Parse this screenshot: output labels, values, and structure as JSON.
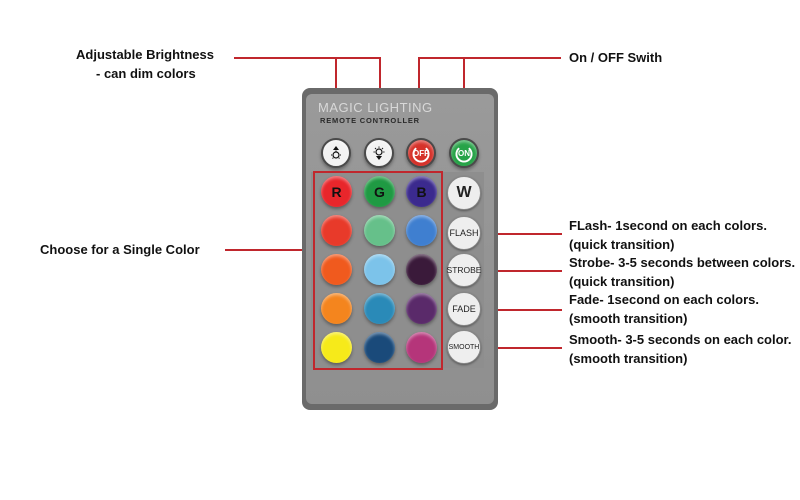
{
  "callouts": {
    "brightness": [
      "Adjustable Brightness",
      "- can dim colors"
    ],
    "onoff": "On / OFF Swith",
    "single_color": "Choose for a Single Color",
    "flash": [
      "FLash- 1second on each colors.",
      "(quick transition)"
    ],
    "strobe": [
      "Strobe- 3-5 seconds between colors.",
      "(quick transition)"
    ],
    "fade": [
      "Fade- 1second on each colors.",
      "(smooth transition)"
    ],
    "smooth": [
      "Smooth- 3-5 seconds on each color.",
      "(smooth transition)"
    ]
  },
  "remote": {
    "brand": "MAGIC LIGHTING",
    "subtitle": "REMOTE CONTROLLER",
    "top_buttons": {
      "off_label": "OFF",
      "on_label": "ON"
    },
    "white_button": "W",
    "mode_buttons": [
      "FLASH",
      "STROBE",
      "FADE",
      "SMOOTH"
    ],
    "color_letters": [
      "R",
      "G",
      "B"
    ],
    "colors": {
      "row1": [
        "#e8262b",
        "#1f9a43",
        "#3b2a8e"
      ],
      "row2": [
        "#e83a2a",
        "#66c08a",
        "#3f7fd0"
      ],
      "row3": [
        "#f05a1e",
        "#7cc3ea",
        "#3a1a3a"
      ],
      "row4": [
        "#f4851e",
        "#2a8ab8",
        "#5a2a6a"
      ],
      "row5": [
        "#f6ea1a",
        "#1a4a7a",
        "#b5357a"
      ]
    },
    "button_colors": {
      "dim": "#f2f2f2",
      "off": "#d6322a",
      "on": "#27a348"
    }
  },
  "accent_color": "#c0272d"
}
